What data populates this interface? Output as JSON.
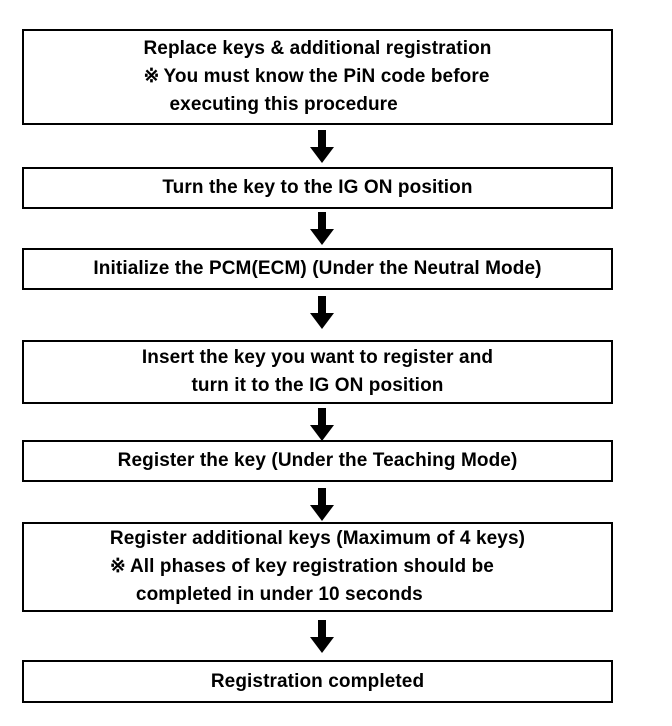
{
  "chart_data": {
    "type": "diagram",
    "diagram_type": "flowchart",
    "orientation": "vertical",
    "title": "",
    "connector": "down-arrow",
    "node_count": 7,
    "nodes": [
      {
        "id": "step-1",
        "shape": "rectangle",
        "lines": [
          {
            "text": "Replace keys & additional registration",
            "style": "centered"
          },
          {
            "mark": "※",
            "text": "You must know the PiN code before",
            "style": "mark"
          },
          {
            "text": "executing this procedure",
            "style": "indent"
          }
        ]
      },
      {
        "id": "step-2",
        "shape": "rectangle",
        "lines": [
          {
            "text": "Turn the key to the IG ON position",
            "style": "centered"
          }
        ]
      },
      {
        "id": "step-3",
        "shape": "rectangle",
        "lines": [
          {
            "text": "Initialize the PCM(ECM) (Under the Neutral Mode)",
            "style": "centered"
          }
        ]
      },
      {
        "id": "step-4",
        "shape": "rectangle",
        "lines": [
          {
            "text": "Insert the key you want to register and",
            "style": "centered"
          },
          {
            "text": "turn it to the IG ON position",
            "style": "centered"
          }
        ]
      },
      {
        "id": "step-5",
        "shape": "rectangle",
        "lines": [
          {
            "text": "Register the key (Under the Teaching Mode)",
            "style": "centered"
          }
        ]
      },
      {
        "id": "step-6",
        "shape": "rectangle",
        "lines": [
          {
            "text": "Register additional keys (Maximum of 4 keys)",
            "style": "centered"
          },
          {
            "mark": "※",
            "text": "All phases of key registration should be",
            "style": "mark"
          },
          {
            "text": "completed in under 10 seconds",
            "style": "indent"
          }
        ]
      },
      {
        "id": "step-7",
        "shape": "rectangle",
        "lines": [
          {
            "text": "Registration completed",
            "style": "centered"
          }
        ]
      }
    ],
    "edges": [
      {
        "from": "step-1",
        "to": "step-2",
        "marker": "arrow-down"
      },
      {
        "from": "step-2",
        "to": "step-3",
        "marker": "arrow-down"
      },
      {
        "from": "step-3",
        "to": "step-4",
        "marker": "arrow-down"
      },
      {
        "from": "step-4",
        "to": "step-5",
        "marker": "arrow-down"
      },
      {
        "from": "step-5",
        "to": "step-6",
        "marker": "arrow-down"
      },
      {
        "from": "step-6",
        "to": "step-7",
        "marker": "arrow-down"
      }
    ],
    "colors": {
      "background": "#ffffff",
      "border": "#000000",
      "text": "#000000",
      "arrow": "#000000"
    }
  },
  "steps": {
    "s1": {
      "l1": "Replace keys & additional registration",
      "mark": "※",
      "l2": "You must know the PiN code before",
      "l3": "executing this procedure"
    },
    "s2": {
      "l1": "Turn the key to the IG ON position"
    },
    "s3": {
      "l1": "Initialize the PCM(ECM) (Under the Neutral Mode)"
    },
    "s4": {
      "l1": "Insert the key you want to register and",
      "l2": "turn it to the IG ON position"
    },
    "s5": {
      "l1": "Register the key (Under the Teaching Mode)"
    },
    "s6": {
      "l1": "Register additional keys (Maximum of 4 keys)",
      "mark": "※",
      "l2": "All phases of key registration should be",
      "l3": "completed in under 10 seconds"
    },
    "s7": {
      "l1": "Registration completed"
    }
  }
}
